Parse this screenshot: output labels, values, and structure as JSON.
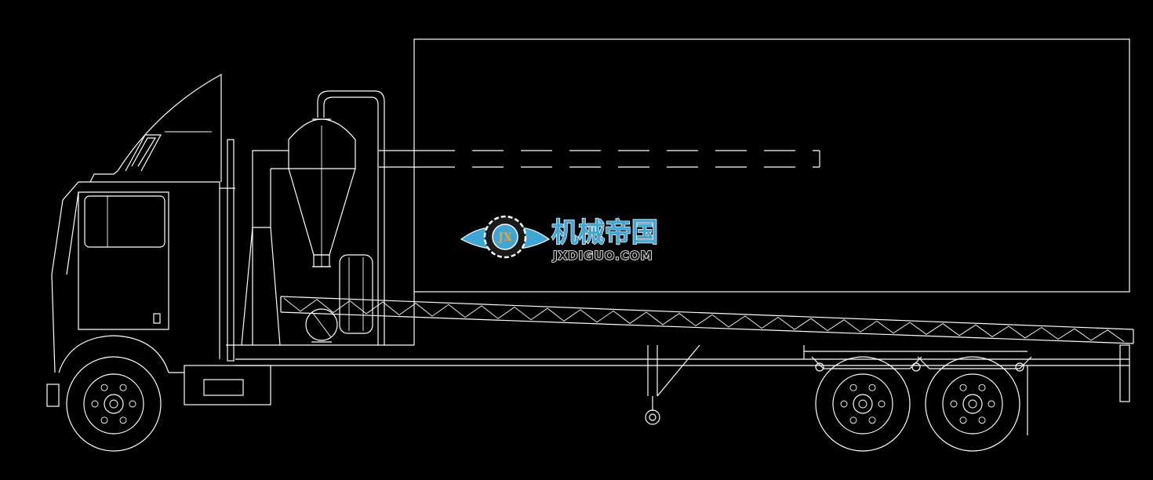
{
  "watermark": {
    "title_cn": "机械帝国",
    "site": "JXDIGUO.COM",
    "mark": "JX",
    "colors": {
      "primary": "#3fa7d6",
      "accent": "#e6a23c",
      "dark": "#1a1a1a"
    }
  },
  "drawing": {
    "background": "#000000",
    "line_color": "#ffffff"
  }
}
